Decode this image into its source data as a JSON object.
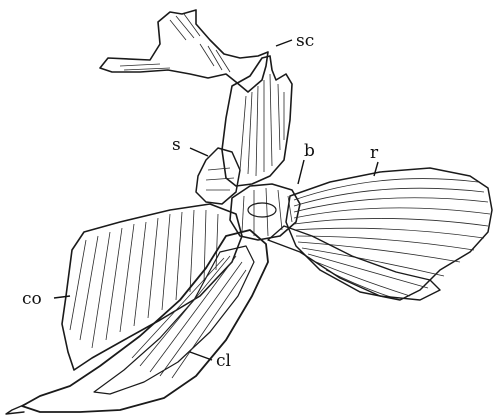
{
  "figure": {
    "labels": {
      "sc": "sc",
      "s": "s",
      "b": "b",
      "r": "r",
      "co": "co",
      "cl": "cl"
    }
  }
}
